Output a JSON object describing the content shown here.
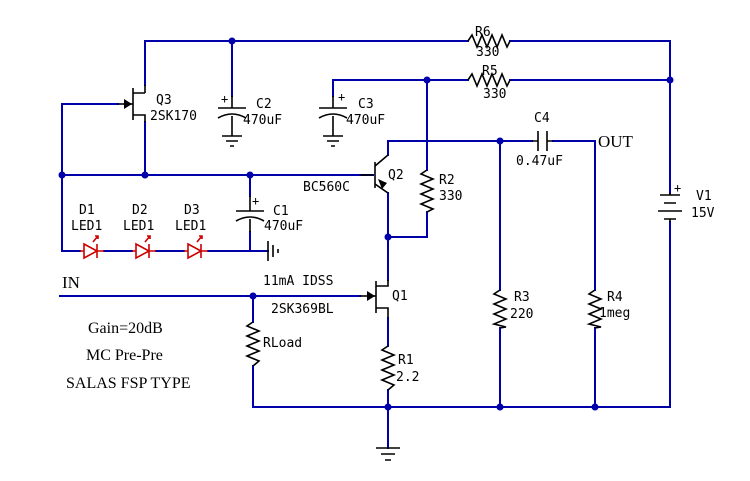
{
  "components": {
    "q3": {
      "ref": "Q3",
      "value": "2SK170"
    },
    "c2": {
      "ref": "C2",
      "value": "470uF"
    },
    "c3": {
      "ref": "C3",
      "value": "470uF"
    },
    "r6": {
      "ref": "R6",
      "value": "330"
    },
    "r5": {
      "ref": "R5",
      "value": "330"
    },
    "c4": {
      "ref": "C4",
      "value": "0.47uF"
    },
    "q2": {
      "ref": "Q2",
      "value": "BC560C"
    },
    "r2": {
      "ref": "R2",
      "value": "330"
    },
    "v1": {
      "ref": "V1",
      "value": "15V"
    },
    "d1": {
      "ref": "D1",
      "value": "LED1"
    },
    "d2": {
      "ref": "D2",
      "value": "LED1"
    },
    "d3": {
      "ref": "D3",
      "value": "LED1"
    },
    "c1": {
      "ref": "C1",
      "value": "470uF"
    },
    "q1": {
      "ref": "Q1",
      "value": "2SK369BL",
      "note": "11mA IDSS"
    },
    "rload": {
      "ref": "RLoad"
    },
    "r3": {
      "ref": "R3",
      "value": "220"
    },
    "r4": {
      "ref": "R4",
      "value": "1meg"
    },
    "r1": {
      "ref": "R1",
      "value": "2.2"
    }
  },
  "ports": {
    "in": "IN",
    "out": "OUT"
  },
  "notes": {
    "line1": "Gain=20dB",
    "line2": "MC Pre-Pre",
    "line3": "SALAS FSP TYPE"
  },
  "colors": {
    "wire": "#0000aa",
    "led": "#cc0000",
    "component": "#000000"
  }
}
